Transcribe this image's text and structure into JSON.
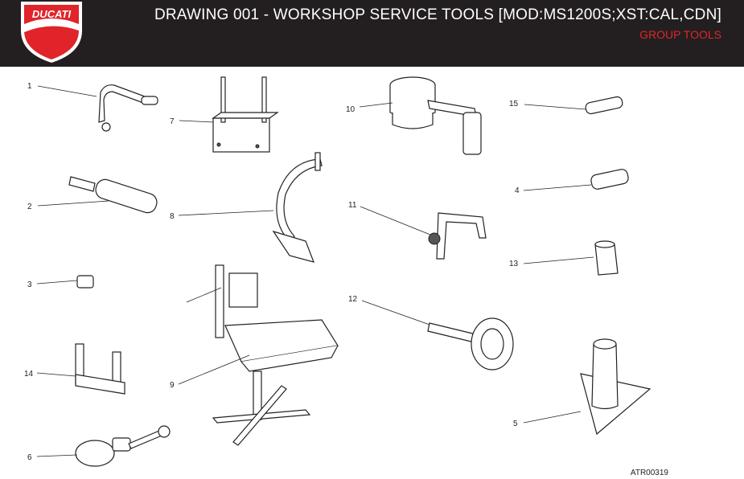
{
  "header": {
    "brand": "DUCATI",
    "title": "DRAWING 001 - WORKSHOP SERVICE TOOLS [MOD:MS1200S;XST:CAL,CDN]",
    "subtitle": "GROUP TOOLS"
  },
  "diagram": {
    "callouts": [
      "1",
      "2",
      "3",
      "14",
      "6",
      "7",
      "8",
      "9",
      "10",
      "11",
      "12",
      "15",
      "4",
      "13",
      "5"
    ],
    "reference": "ATR00319"
  },
  "colors": {
    "header_bg": "#231f20",
    "accent_red": "#e0242a",
    "text_white": "#ffffff"
  }
}
